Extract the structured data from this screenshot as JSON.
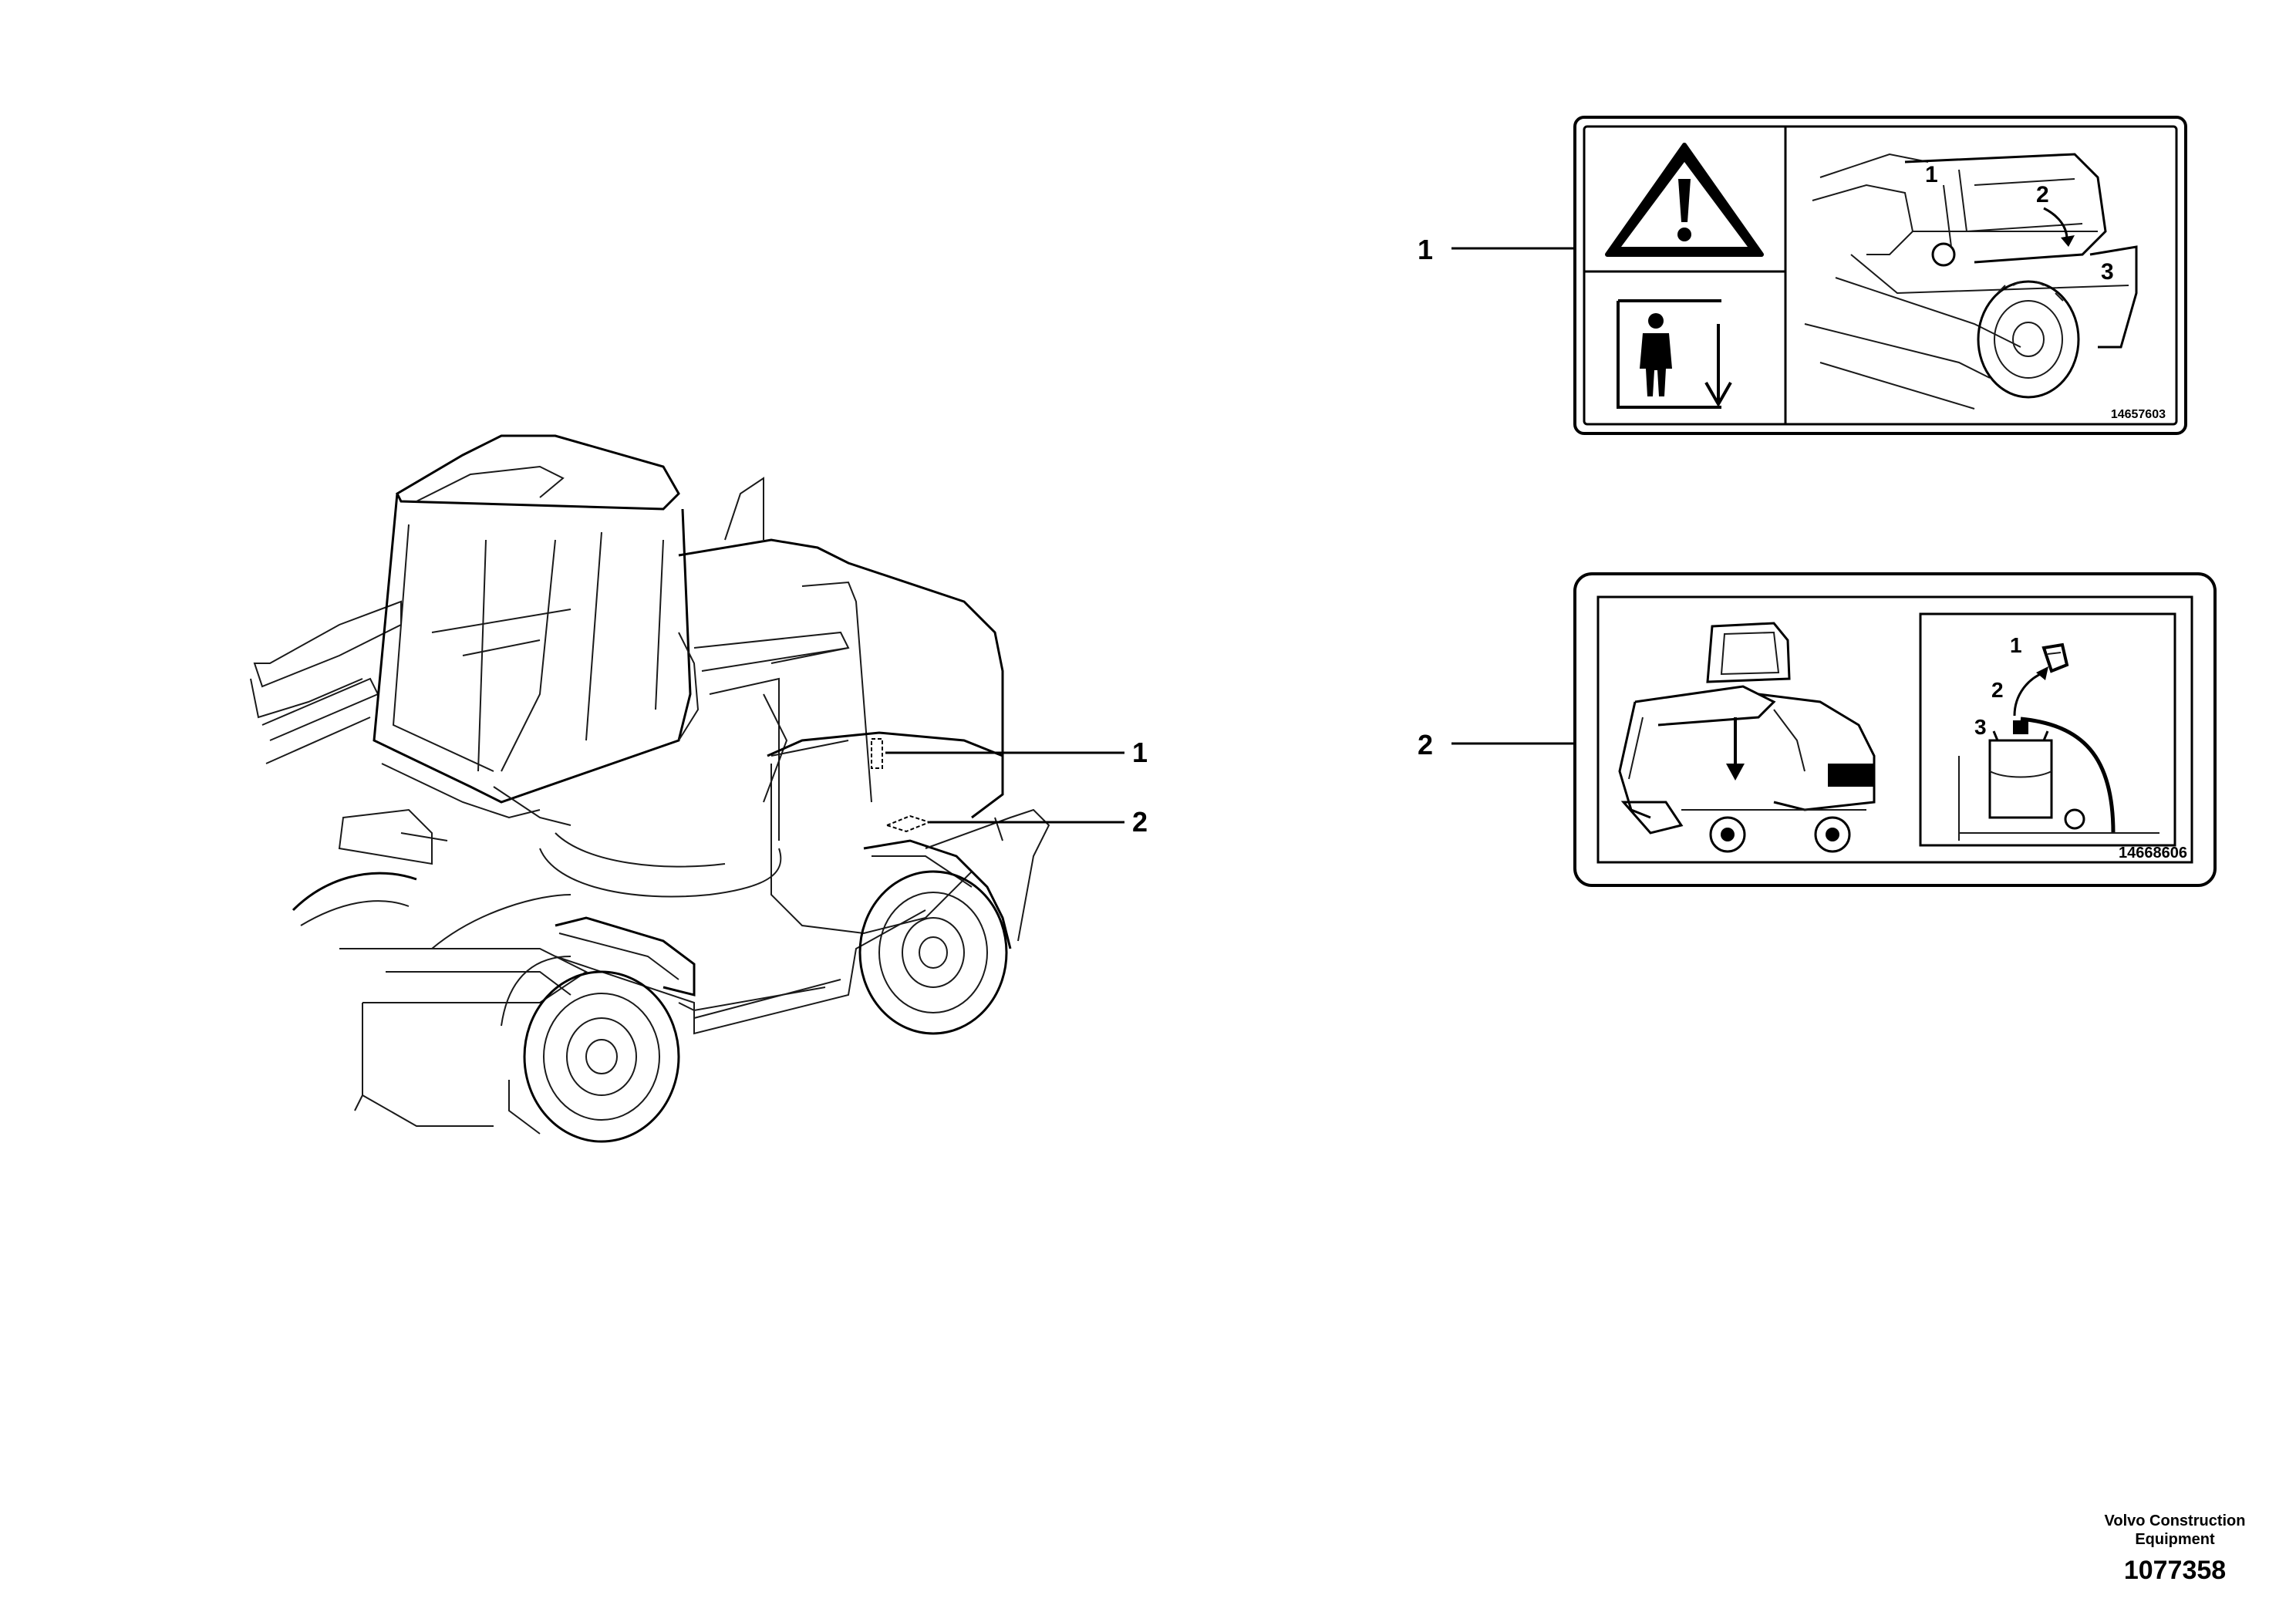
{
  "main_view": {
    "callouts": [
      {
        "label": "1"
      },
      {
        "label": "2"
      }
    ]
  },
  "decals": [
    {
      "label": "1",
      "image_ref": "14657603",
      "inset_numbers": [
        "1",
        "2",
        "3"
      ]
    },
    {
      "label": "2",
      "image_ref": "14668606",
      "inset_numbers": [
        "1",
        "2",
        "3"
      ]
    }
  ],
  "footer": {
    "company_line1": "Volvo Construction",
    "company_line2": "Equipment",
    "part_number": "1077358"
  }
}
